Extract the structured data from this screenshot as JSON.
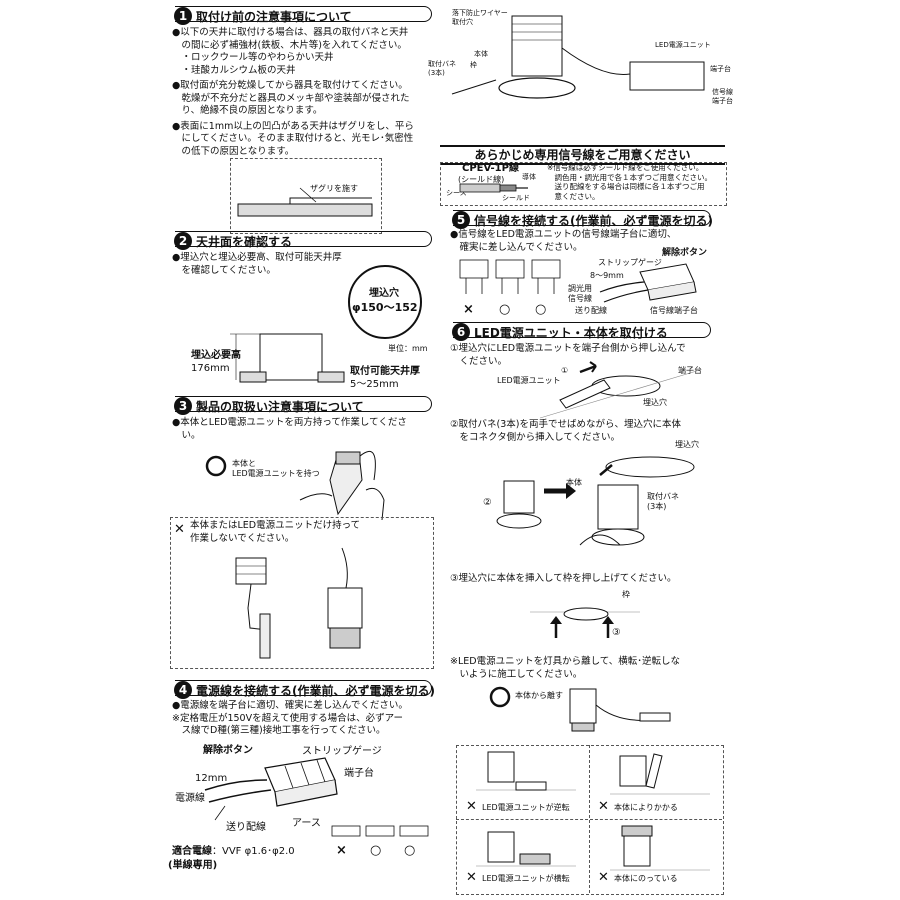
{
  "sec1": {
    "num": "1",
    "title": "取付け前の注意事項について",
    "lines": [
      "●以下の天井に取付ける場合は、器具の取付バネと天井",
      "　の間に必ず補強材(鉄板、木片等)を入れてください。",
      "　・ロックウール等のやわらかい天井",
      "　・珪酸カルシウム板の天井",
      "●取付面が充分乾燥してから器具を取付けてください。",
      "　乾燥が不充分だと器具のメッキ部や塗装部が侵された",
      "　り、絶縁不良の原因となります。",
      "●表面に1mm以上の凹凸がある天井はザグリをし、平ら",
      "　にしてください。そのまま取付けると、光モレ･気密性",
      "　の低下の原因となります。"
    ],
    "zaguri_label": "ザグリを施す"
  },
  "sec2": {
    "num": "2",
    "title": "天井面を確認する",
    "lines": [
      "●埋込穴と埋込必要高、取付可能天井厚",
      "　を確認してください。"
    ],
    "hole_label": "埋込穴",
    "hole_size": "φ150〜152",
    "unit": "単位：mm",
    "height_label": "埋込必要高",
    "height_value": "176mm",
    "thickness_label": "取付可能天井厚",
    "thickness_value": "5〜25mm"
  },
  "sec3": {
    "num": "3",
    "title": "製品の取扱い注意事項について",
    "lines": [
      "●本体とLED電源ユニットを両方持って作業してくださ",
      "　い。"
    ],
    "ok_label_1": "本体と",
    "ok_label_2": "LED電源ユニットを持つ",
    "ng_line_1": "本体またはLED電源ユニットだけ持って",
    "ng_line_2": "作業しないでください。"
  },
  "sec4": {
    "num": "4",
    "title": "電源線を接続する(作業前、必ず電源を切る)",
    "lines": [
      "●電源線を端子台に適切、確実に差し込んでください。",
      "※定格電圧が150Vを超えて使用する場合は、必ずアー",
      "　ス線でD種(第三種)接地工事を行ってください。"
    ],
    "release_button": "解除ボタン",
    "strip_gauge": "ストリップゲージ",
    "terminal": "端子台",
    "length": "12mm",
    "power_wire": "電源線",
    "earth": "アース",
    "feed_wire": "送り配線",
    "wire_spec_label": "適合電線",
    "wire_spec_value": "：VVF φ1.6･φ2.0",
    "wire_spec_note": "(単線専用)",
    "marks": [
      "×",
      "○",
      "○"
    ]
  },
  "top_diagram": {
    "fall_wire_1": "落下防止ワイヤー",
    "fall_wire_2": "取付穴",
    "body": "本体",
    "spring_1": "取付バネ",
    "spring_2": "(3本)",
    "frame": "枠",
    "led_unit": "LED電源ユニット",
    "terminal": "端子台",
    "signal_1": "信号線",
    "signal_2": "端子台"
  },
  "banner": {
    "title": "あらかじめ専用信号線をご用意ください",
    "cable_name": "CPEV-1P線",
    "cable_sub": "(シールド線)",
    "conductor": "導体",
    "sheath": "シース",
    "shield": "シールド",
    "notes": [
      "※信号線は必ずシールド線をご使用ください。",
      "　調色用・調光用で各１本ずつご用意ください。",
      "　送り配線をする場合は同様に各１本ずつご用",
      "　意ください。"
    ]
  },
  "sec5": {
    "num": "5",
    "title": "信号線を接続する(作業前、必ず電源を切る)",
    "lines": [
      "●信号線をLED電源ユニットの信号線端子台に適切、",
      "　確実に差し込んでください。"
    ],
    "release_button": "解除ボタン",
    "strip_gauge": "ストリップゲージ",
    "length": "8〜9mm",
    "dim_wire_1": "調光用",
    "dim_wire_2": "信号線",
    "feed_wire": "送り配線",
    "terminal": "信号線端子台",
    "marks": [
      "×",
      "○",
      "○"
    ]
  },
  "sec6": {
    "num": "6",
    "title": "LED電源ユニット・本体を取付ける",
    "step1_1": "①埋込穴にLED電源ユニットを端子台側から押し込んで",
    "step1_2": "　ください。",
    "led_unit": "LED電源ユニット",
    "circle1": "①",
    "terminal": "端子台",
    "hole": "埋込穴",
    "step2_1": "②取付バネ(3本)を両手でせばめながら、埋込穴に本体",
    "step2_2": "　をコネクタ側から挿入してください。",
    "hole2": "埋込穴",
    "body": "本体",
    "circle2": "②",
    "spring_1": "取付バネ",
    "spring_2": "(3本)",
    "step3": "③埋込穴に本体を挿入して枠を押し上げてください。",
    "frame": "枠",
    "circle3": "③",
    "note_1": "※LED電源ユニットを灯具から離して、横転･逆転しな",
    "note_2": "　いように施工してください。",
    "ok_label": "本体から離す",
    "ng": [
      "LED電源ユニットが逆転",
      "本体によりかかる",
      "LED電源ユニットが横転",
      "本体にのっている"
    ]
  }
}
